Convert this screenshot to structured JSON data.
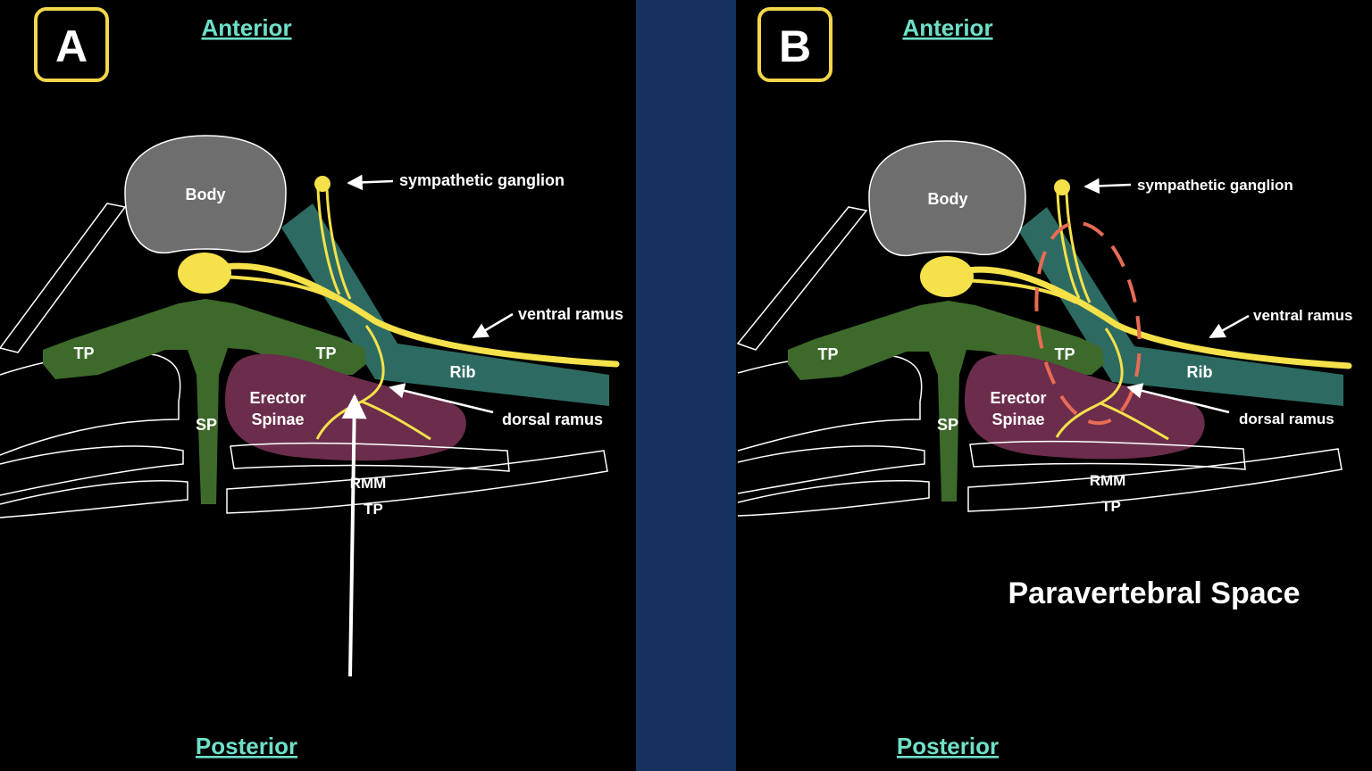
{
  "colors": {
    "background": "#000000",
    "divider": "#15325e",
    "accent_text": "#6ee0c8",
    "badge_border": "#f2d64b",
    "body": "#6e6e6e",
    "transverse_process": "#3d6a2b",
    "erector_spinae": "#6b2d4b",
    "rib": "#2d6b62",
    "nerve": "#f5e14a",
    "paravertebral_marker": "#e86b55"
  },
  "panels": [
    {
      "letter": "A",
      "anterior": "Anterior",
      "posterior": "Posterior",
      "labels": {
        "body": "Body",
        "tp_left": "TP",
        "tp_right": "TP",
        "sp": "SP",
        "erector_line1": "Erector",
        "erector_line2": "Spinae",
        "rib": "Rib",
        "rmm": "RMM",
        "tp_bottom": "TP",
        "sympathetic_ganglion": "sympathetic ganglion",
        "ventral_ramus": "ventral ramus",
        "dorsal_ramus": "dorsal ramus"
      }
    },
    {
      "letter": "B",
      "anterior": "Anterior",
      "posterior": "Posterior",
      "labels": {
        "body": "Body",
        "tp_left": "TP",
        "tp_right": "TP",
        "sp": "SP",
        "erector_line1": "Erector",
        "erector_line2": "Spinae",
        "rib": "Rib",
        "rmm": "RMM",
        "tp_bottom": "TP",
        "sympathetic_ganglion": "sympathetic ganglion",
        "ventral_ramus": "ventral ramus",
        "dorsal_ramus": "dorsal ramus"
      },
      "caption": "Paravertebral Space"
    }
  ]
}
